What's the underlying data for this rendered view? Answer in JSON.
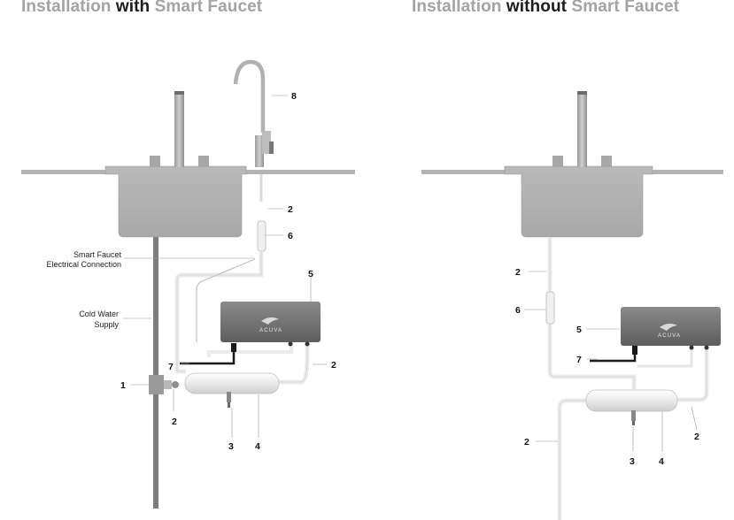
{
  "titles": {
    "left": {
      "pre": "Installation ",
      "em": "with",
      "post": " Smart Faucet"
    },
    "right": {
      "pre": "Installation ",
      "em": "without",
      "post": " Smart Faucet"
    }
  },
  "left_diagram": {
    "labels": {
      "smart_faucet_line1": "Smart Faucet",
      "smart_faucet_line2": "Electrical Connection",
      "cold_water_line1": "Cold Water",
      "cold_water_line2": "Supply"
    },
    "callouts": {
      "c1": "1",
      "c2_valve": "2",
      "c2_top": "2",
      "c2_right": "2",
      "c3": "3",
      "c4": "4",
      "c5": "5",
      "c6": "6",
      "c7": "7",
      "c8": "8"
    },
    "brand": "ACUVA"
  },
  "right_diagram": {
    "callouts": {
      "c2_upper": "2",
      "c2_lower_left": "2",
      "c2_right": "2",
      "c3": "3",
      "c4": "4",
      "c5": "5",
      "c6": "6",
      "c7": "7"
    },
    "brand": "ACUVA"
  }
}
